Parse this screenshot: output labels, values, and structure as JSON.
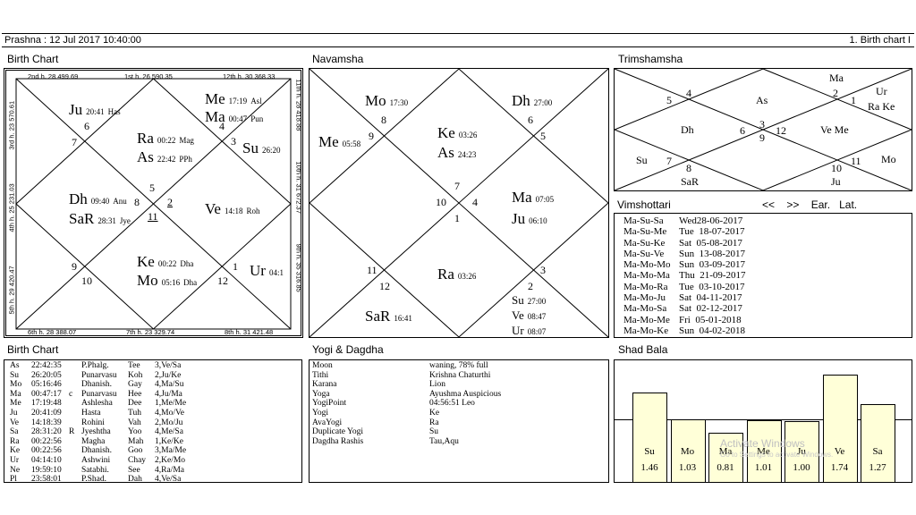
{
  "header": {
    "left": "Prashna :   12 Jul 2017  10:40:00",
    "right": "1. Birth chart I"
  },
  "panels": {
    "birth_chart": "Birth Chart",
    "navamsha": "Navamsha",
    "trimshamsha": "Trimshamsha",
    "vimshottari": "Vimshottari",
    "birth_table": "Birth Chart",
    "yogi": "Yogi & Dagdha",
    "shad_bala": "Shad Bala"
  },
  "birth_chart": {
    "top": [
      "2nd h.  28  499.69",
      "1st h.  26  590.35",
      "12th h.  30  368.33"
    ],
    "bottom": [
      "6th h.  28  388.07",
      "7th h.  23  329.74",
      "8th h.  31  421.48"
    ],
    "left": [
      "3rd h.  23  570.61",
      "4th h.  25  231.03",
      "5th h.  29  420.47"
    ],
    "right": [
      "11th h.  28  418.88",
      "10th h.  31  672.37",
      "9th h.  35  316.85"
    ],
    "houses": [
      "2",
      "5",
      "7",
      "6",
      "4",
      "3",
      "9",
      "10",
      "1",
      "12",
      "11"
    ],
    "planets": [
      {
        "n": "Ju",
        "d": "20:41",
        "s": "Has"
      },
      {
        "n": "Me",
        "d": "17:19",
        "s": "Asl"
      },
      {
        "n": "Ma",
        "d": "00:47",
        "s": "Pun"
      },
      {
        "n": "Ra",
        "d": "00:22",
        "s": "Mag"
      },
      {
        "n": "As",
        "d": "22:42",
        "s": "PPh"
      },
      {
        "n": "Su",
        "d": "26:20",
        "s": ""
      },
      {
        "n": "Dh",
        "d": "09:40",
        "s": "Anu"
      },
      {
        "n": "SaR",
        "d": "28:31",
        "s": "Jye"
      },
      {
        "n": "Ve",
        "d": "14:18",
        "s": "Roh"
      },
      {
        "n": "Ke",
        "d": "00:22",
        "s": "Dha"
      },
      {
        "n": "Mo",
        "d": "05:16",
        "s": "Dha"
      },
      {
        "n": "Ur",
        "d": "04:1",
        "s": ""
      }
    ],
    "house_8": "8",
    "house_11": "11"
  },
  "navamsha": {
    "houses": [
      "8",
      "9",
      "6",
      "5",
      "7",
      "10",
      "4",
      "1",
      "11",
      "12",
      "3",
      "2"
    ],
    "planets": [
      {
        "n": "Mo",
        "d": "17:30"
      },
      {
        "n": "Me",
        "d": "05:58"
      },
      {
        "n": "Dh",
        "d": "27:00"
      },
      {
        "n": "Ke",
        "d": "03:26"
      },
      {
        "n": "As",
        "d": "24:23"
      },
      {
        "n": "Ma",
        "d": "07:05"
      },
      {
        "n": "Ju",
        "d": "06:10"
      },
      {
        "n": "Ra",
        "d": "03:26"
      },
      {
        "n": "SaR",
        "d": "16:41"
      },
      {
        "n": "Su",
        "d": "27:00"
      },
      {
        "n": "Ve",
        "d": "08:47"
      },
      {
        "n": "Ur",
        "d": "08:07"
      }
    ]
  },
  "trimshamsha": {
    "houses": [
      "4",
      "5",
      "3",
      "9",
      "6",
      "12",
      "7",
      "8",
      "2",
      "1",
      "10",
      "11"
    ],
    "planets": [
      "Ma",
      "Ur",
      "Ra Ke",
      "As",
      "Dh",
      "Ve Me",
      "Su",
      "SaR",
      "Mo",
      "Ju"
    ]
  },
  "vimshottari": {
    "nav": [
      "<<",
      ">>",
      "Ear.",
      "Lat."
    ],
    "rows": [
      [
        "Ma-Su-Sa",
        "Wed28-06-2017"
      ],
      [
        "Ma-Su-Me",
        "Tue  18-07-2017"
      ],
      [
        "Ma-Su-Ke",
        "Sat  05-08-2017"
      ],
      [
        "Ma-Su-Ve",
        "Sun  13-08-2017"
      ],
      [
        "Ma-Mo-Mo",
        "Sun  03-09-2017"
      ],
      [
        "Ma-Mo-Ma",
        "Thu  21-09-2017"
      ],
      [
        "Ma-Mo-Ra",
        "Tue  03-10-2017"
      ],
      [
        "Ma-Mo-Ju",
        "Sat  04-11-2017"
      ],
      [
        "Ma-Mo-Sa",
        "Sat  02-12-2017"
      ],
      [
        "Ma-Mo-Me",
        "Fri  05-01-2018"
      ],
      [
        "Ma-Mo-Ke",
        "Sun  04-02-2018"
      ]
    ]
  },
  "birth_table": [
    [
      "As",
      "22:42:35",
      "",
      "P.Phalg.",
      "Tee",
      "3,Ve/Sa"
    ],
    [
      "Su",
      "26:20:05",
      "",
      "Punarvasu",
      "Koh",
      "2,Ju/Ke"
    ],
    [
      "Mo",
      "05:16:46",
      "",
      "Dhanish.",
      "Gay",
      "4,Ma/Su"
    ],
    [
      "Ma",
      "00:47:17",
      "c",
      "Punarvasu",
      "Hee",
      "4,Ju/Ma"
    ],
    [
      "Me",
      "17:19:48",
      "",
      "Ashlesha",
      "Dee",
      "1,Me/Me"
    ],
    [
      "Ju",
      "20:41:09",
      "",
      "Hasta",
      "Tuh",
      "4,Mo/Ve"
    ],
    [
      "Ve",
      "14:18:39",
      "",
      "Rohini",
      "Vah",
      "2,Mo/Ju"
    ],
    [
      "Sa",
      "28:31:20",
      "R",
      "Jyeshtha",
      "Yoo",
      "4,Me/Sa"
    ],
    [
      "Ra",
      "00:22:56",
      "",
      "Magha",
      "Mah",
      "1,Ke/Ke"
    ],
    [
      "Ke",
      "00:22:56",
      "",
      "Dhanish.",
      "Goo",
      "3,Ma/Me"
    ],
    [
      "Ur",
      "04:14:10",
      "",
      "Ashwini",
      "Chay",
      "2,Ke/Mo"
    ],
    [
      "Ne",
      "19:59:10",
      "",
      "Satabhi.",
      "See",
      "4,Ra/Ma"
    ],
    [
      "Pl",
      "23:58:01",
      "",
      "P.Shad.",
      "Dah",
      "4,Ve/Sa"
    ]
  ],
  "yogi": [
    [
      "Moon",
      "waning, 78% full"
    ],
    [
      "Tithi",
      "Krishna  Chaturthi"
    ],
    [
      "Karana",
      "Lion"
    ],
    [
      "Yoga",
      "Ayushma Auspicious"
    ],
    [
      "YogiPoint",
      "04:56:51 Leo"
    ],
    [
      "Yogi",
      "Ke"
    ],
    [
      "AvaYogi",
      "Ra"
    ],
    [
      "Duplicate Yogi",
      "Su"
    ],
    [
      "Dagdha Rashis",
      "Tau,Aqu"
    ]
  ],
  "shad_bala": [
    {
      "p": "Su",
      "v": "1.46",
      "f": 1.46
    },
    {
      "p": "Mo",
      "v": "1.03",
      "f": 1.03
    },
    {
      "p": "Ma",
      "v": "0.81",
      "f": 0.81
    },
    {
      "p": "Me",
      "v": "1.01",
      "f": 1.01
    },
    {
      "p": "Ju",
      "v": "1.00",
      "f": 1.0
    },
    {
      "p": "Ve",
      "v": "1.74",
      "f": 1.74
    },
    {
      "p": "Sa",
      "v": "1.27",
      "f": 1.27
    }
  ],
  "watermark": {
    "line1": "Activate Windows",
    "line2": "Go to Settings to activate Windows."
  }
}
